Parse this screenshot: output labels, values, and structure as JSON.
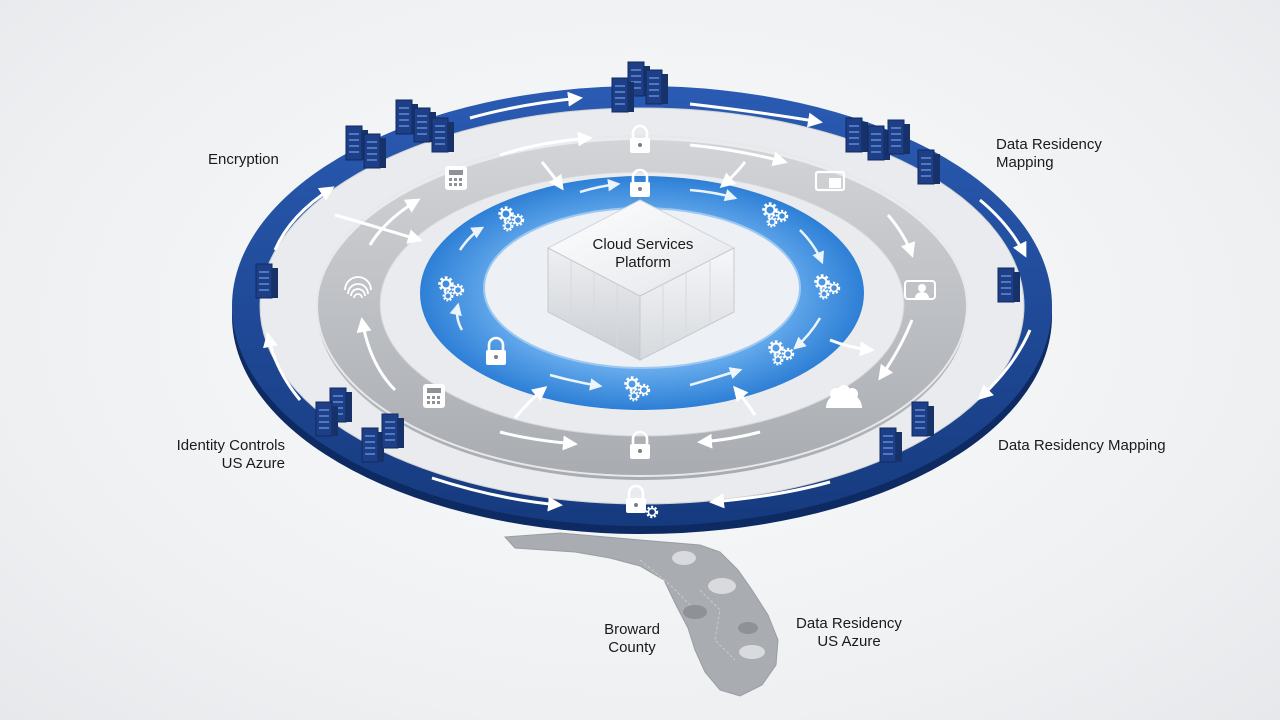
{
  "center": {
    "line1": "Cloud Services",
    "line2": "Platform"
  },
  "labels": {
    "encryption": "Encryption",
    "residency_top_right": {
      "line1": "Data Residency",
      "line2": "Mapping"
    },
    "identity": {
      "line1": "Identity Controls",
      "line2": "US Azure"
    },
    "residency_right": "Data Residency Mapping",
    "broward": {
      "line1": "Broward",
      "line2": "County"
    },
    "residency_bottom": {
      "line1": "Data Residency",
      "line2": "US Azure"
    }
  },
  "colors": {
    "outer_ring": "#1f4a9c",
    "outer_ring_dark": "#163a7e",
    "middle_ring": "#b9bcc0",
    "inner_ring": "#3d8ee0",
    "map": "#a9acb0",
    "server": "#1e3f85"
  },
  "icons": {
    "outer_ring": [
      "server-rack-icon",
      "arrow-icon",
      "lock-gear-icon"
    ],
    "middle_ring": [
      "lock-icon",
      "fingerprint-icon",
      "calculator-icon",
      "user-id-icon",
      "users-icon",
      "folder-lock-icon"
    ],
    "inner_ring": [
      "lock-icon",
      "gears-icon"
    ]
  }
}
